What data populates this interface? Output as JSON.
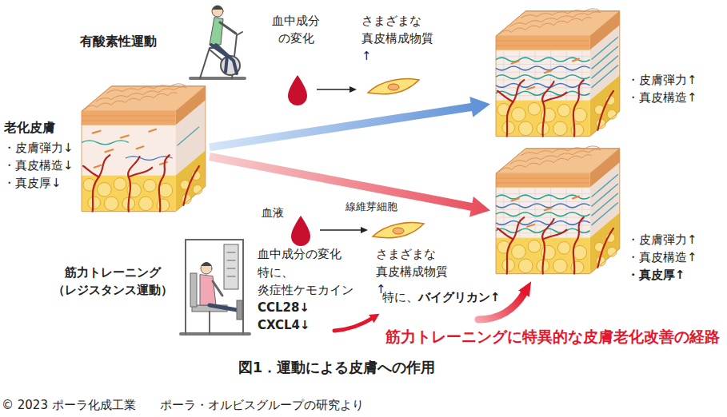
{
  "diagram": {
    "caption": "図1．運動による皮膚への作用",
    "nodes": [
      {
        "text": [
          "老化皮膚",
          "・皮膚弾力↓",
          "・真皮構造↓",
          "・真皮厚↓"
        ]
      },
      {
        "text": [
          "・皮膚弾力↑",
          "・真皮構造↑"
        ]
      },
      {
        "text": [
          "・皮膚弾力↑",
          "・真皮構造↑",
          "・真皮厚↑"
        ]
      }
    ],
    "edges": [
      {
        "from": 0,
        "to": 1,
        "arrow": "to"
      },
      {
        "from": 0,
        "to": 2,
        "arrow": "to"
      }
    ],
    "labels": [
      "有酸素性運動",
      "血中成分 の変化",
      "さまざまな 真皮構成物質↑",
      "血液",
      "線維芽細胞",
      "血中成分の変化",
      "特に、 炎症性ケモカイン",
      "CCL28↓",
      "CXCL4↓",
      "さまざまな 真皮構成物質↑",
      "特に、",
      "バイグリカン↑",
      "筋力トレーニング （レジスタンス運動）",
      "筋力トレーニングに特異的な皮膚老化改善の経路",
      "© 2023 ポーラ化成工業　　ポーラ・オルビスグループの研究より"
    ]
  }
}
